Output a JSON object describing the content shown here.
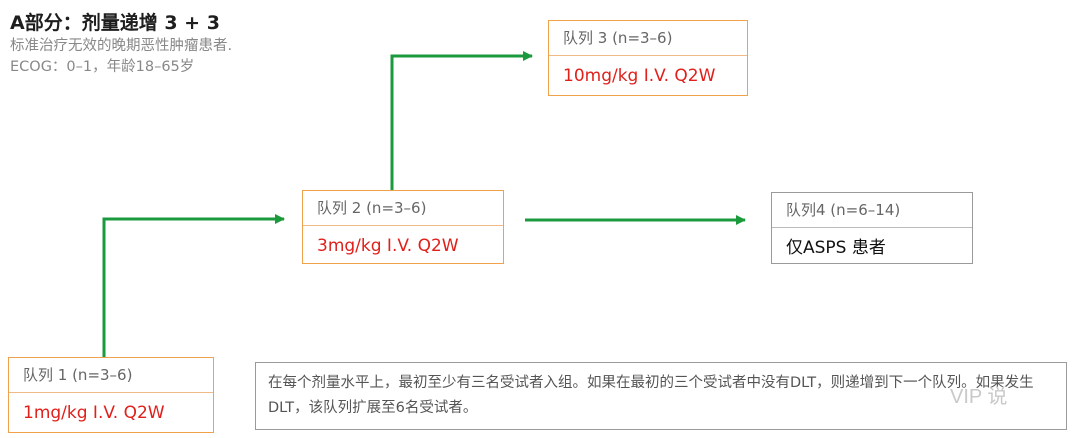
{
  "title": "A部分：剂量递增 3 + 3",
  "subtitle": {
    "line1": "标准治疗无效的晚期恶性肿瘤患者.",
    "line2": "ECOG：0–1，年龄18–65岁"
  },
  "cohorts": [
    {
      "header": "队列 1 (n=3–6)",
      "dose": "1mg/kg I.V. Q2W"
    },
    {
      "header": "队列 2 (n=3–6)",
      "dose": "3mg/kg I.V. Q2W"
    },
    {
      "header": "队列 3 (n=3–6)",
      "dose": "10mg/kg I.V. Q2W"
    },
    {
      "header": "队列4 (n=6–14)",
      "dose": "仅ASPS 患者"
    }
  ],
  "note": "在每个剂量水平上，最初至少有三名受试者入组。如果在最初的三个受试者中没有DLT，则递增到下一个队列。如果发生DLT，该队列扩展至6名受试者。",
  "watermark": "VIP 说",
  "colors": {
    "arrow": "#1a9a3c",
    "box_border": "#f0a24b",
    "dose_text": "#e0201b",
    "note_border": "#9a9a9a"
  }
}
